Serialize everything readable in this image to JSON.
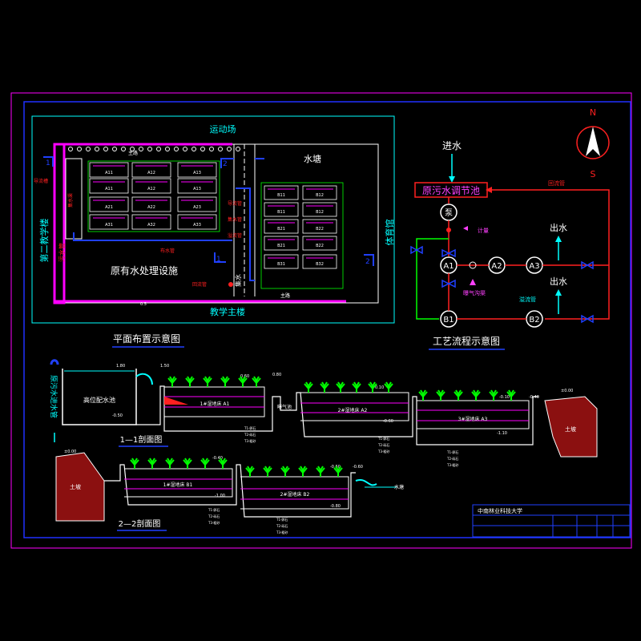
{
  "north": {
    "n": "N",
    "s": "S"
  },
  "plan": {
    "top_label": "运动场",
    "bottom_label": "教学主楼",
    "left_building": "第二教学楼",
    "right_building": "体育馆",
    "pond": "水塘",
    "facility": "原有水处理设施",
    "left_pipe": "污水管",
    "right_pipe": "集水",
    "main_path_top": "主路",
    "main_path_bottom": "主路",
    "mark1": "1",
    "mark2": "2",
    "red_labels": [
      "导流槽",
      "布水管",
      "导流管",
      "集水管",
      "溢流管",
      "回流管",
      "集水渠"
    ],
    "cells_a": [
      "A11",
      "A12",
      "A13",
      "A11",
      "A12",
      "A13",
      "A21",
      "A22",
      "A23",
      "A31",
      "A32",
      "A33"
    ],
    "cells_b": [
      "B11",
      "B12",
      "B11",
      "B12",
      "B21",
      "B22",
      "B21",
      "B22",
      "B31",
      "B32"
    ],
    "road_mark": "0.5"
  },
  "flow": {
    "inlet": "进水",
    "tank": "原污水调节池",
    "return": "回流管",
    "pump": "泵",
    "meter": "计量",
    "aeration": "曝气沟渠",
    "outlet1": "出水",
    "outlet2": "出水",
    "drain": "溢流管",
    "nodes": [
      "A1",
      "A2",
      "A3",
      "B1",
      "B2"
    ]
  },
  "captions": {
    "plan": "平面布置示意图",
    "process": "工艺流程示意图",
    "sec1": "1—1剖面图",
    "sec2": "2—2剖面图"
  },
  "section1": {
    "vertical_label": "原污水进水管",
    "tank": "高位配水池",
    "unit_a1": "1#湿地床 A1",
    "unit_a2": "2#湿地床 A2",
    "unit_a3": "3#湿地床 A3",
    "aerate": "曝气池",
    "hill": "土坡",
    "levels": [
      "1.80",
      "1.50",
      "-0.50",
      "0.60",
      "0.80",
      "0.10",
      "-0.10",
      "-0.40",
      "-0.60",
      "-1.10",
      "±0.00"
    ],
    "layers": [
      "T1-卵石",
      "T2-砾石",
      "T3-粗砂"
    ]
  },
  "section2": {
    "hill": "土坡",
    "unit_b1": "1#湿地床 B1",
    "unit_b2": "2#湿地床 B2",
    "pond": "水塘",
    "levels": [
      "±0.00",
      "-0.40",
      "-0.50",
      "-0.60",
      "-1.00",
      "-0.80"
    ],
    "layers": [
      "T1-卵石",
      "T2-砾石",
      "T3-粗砂"
    ]
  },
  "titleblock": {
    "org": "中南林业科技大学"
  }
}
